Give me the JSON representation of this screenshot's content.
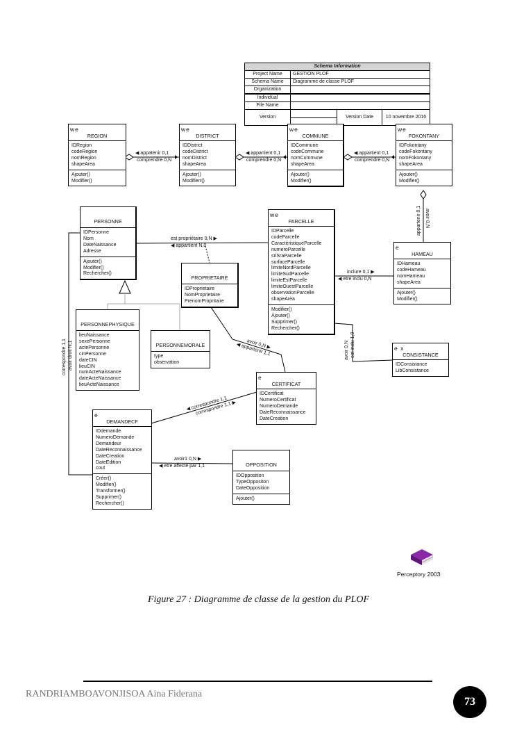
{
  "schema_info": {
    "title": "Schema Information",
    "rows": [
      {
        "label": "Project Name",
        "value": "GESTION PLOF"
      },
      {
        "label": "Schema Name",
        "value": "Diagramme de classe PLOF"
      },
      {
        "label": "Organization",
        "value": ""
      },
      {
        "label": "Individual",
        "value": ""
      },
      {
        "label": "File Name",
        "value": ""
      }
    ],
    "version_label": "Version",
    "version_value": "",
    "version_date_label": "Version Date",
    "version_date_value": "10 novembre 2016"
  },
  "classes": {
    "region": {
      "stereotype": "we",
      "name": "REGION",
      "attributes": [
        "IDRegion",
        "codeRegion",
        "nomRegion",
        "shapeArea"
      ],
      "operations": [
        "Ajouter()",
        "Modifier()"
      ]
    },
    "district": {
      "stereotype": "we",
      "name": "DISTRICT",
      "attributes": [
        "IDDistrict",
        "codeDistrict",
        "nomDistrict",
        "shapeArea"
      ],
      "operations": [
        "Ajouter()",
        "Modifierr()"
      ]
    },
    "commune": {
      "stereotype": "we",
      "name": "COMMUNE",
      "attributes": [
        "IDCommune",
        "codeCommune",
        "nomCommune",
        "shapeArea"
      ],
      "operations": [
        "Ajouter()",
        "Modifier()"
      ]
    },
    "fokontany": {
      "stereotype": "we",
      "name": "FOKONTANY",
      "attributes": [
        "IDFokontany",
        "codeFokontany",
        "nomFokontany",
        "shapeArea"
      ],
      "operations": [
        "Ajouter()",
        "Modifier()"
      ]
    },
    "personne": {
      "stereotype": "",
      "name": "PERSONNE",
      "attributes": [
        "IDPersonne",
        "Nom",
        "DateNaissance",
        "Adresse"
      ],
      "operations": [
        "Ajouter()",
        "Modifier()",
        "Rechercher()"
      ]
    },
    "parcelle": {
      "stereotype": "we",
      "name": "PARCELLE",
      "attributes": [
        "IDParcelle",
        "codeParcelle",
        "CaractéristiqueParcelle",
        "numeroParcelle",
        "sriSraParcelle",
        "surfaceParcelle",
        "limiteNordParcelle",
        "limiteSudParcelle",
        "limiteEstParcelle",
        "limiteOuestParcelle",
        "observationParcelle",
        "shapeArea"
      ],
      "operations": [
        "Modifier()",
        "Ajouter()",
        "Supprimer()",
        "Rechercher()"
      ]
    },
    "hameau": {
      "stereotype": "e",
      "name": "HAMEAU",
      "attributes": [
        "IDHameau",
        "codeHameau",
        "nomHameau",
        "shapeArea"
      ],
      "operations": [
        "Ajouter()",
        "Modifier()"
      ]
    },
    "proprietaire": {
      "stereotype": "",
      "name": "PROPRIETAIRE",
      "attributes": [
        "IDProprietaire",
        "NomProprietaire",
        "PrenomPropritaire"
      ],
      "operations": []
    },
    "personnephysique": {
      "stereotype": "",
      "name": "PERSONNEPHYSIQUE",
      "attributes": [
        "lieuNaissance",
        "sexePersonne",
        "actePersonne",
        "cinPersonne",
        "dateCIN",
        "lieuCIN",
        "numActeNaissance",
        "dateActeNaissance",
        "lieuActeNaissance"
      ],
      "operations": []
    },
    "personnemorale": {
      "stereotype": "",
      "name": "PERSONNEMORALE",
      "attributes": [
        "type",
        "observation"
      ],
      "operations": []
    },
    "consistance": {
      "stereotype": "e x",
      "name": "CONSISTANCE",
      "attributes": [
        "IDConsistance",
        "LibConsistance"
      ],
      "operations": []
    },
    "certificat": {
      "stereotype": "e",
      "name": "CERTIFICAT",
      "attributes": [
        "IDCertificat",
        "NumeroCertificat",
        "NumeroDemande",
        "DateReconnaissance",
        "DateCreation"
      ],
      "operations": []
    },
    "demandecf": {
      "stereotype": "e",
      "name": "DEMANDECF",
      "attributes": [
        "IDdemande",
        "NumeroDemande",
        "Demandeur",
        "DateReconnaissance",
        "DateCreation",
        "DateEdition",
        "cout"
      ],
      "operations": [
        "Créer()",
        "Modifier()",
        "Transformer()",
        "Supprimer()",
        "Rechercher()"
      ]
    },
    "opposition": {
      "stereotype": "",
      "name": "OPPOSITION",
      "attributes": [
        "IDOpposition",
        "TypeOppositon",
        "DateOpposition"
      ],
      "operations": [
        "Ajouter()"
      ]
    }
  },
  "associations": {
    "region_district": {
      "top": "◀ appatenir 0,1",
      "bottom": "comprendre 0,N"
    },
    "district_commune": {
      "top": "◀ appartient 0,1",
      "bottom": "comprendre 0,N"
    },
    "commune_fokontany": {
      "top": "◀ appartient 0,1",
      "bottom": "comprendre 0,N"
    },
    "fokontany_hameau": {
      "left": "appartenir 0,1",
      "right": "avoir 0,N"
    },
    "personne_parcelle": {
      "top": "est propriétaire 0,N ▶",
      "bottom": "◀ appartient N,0"
    },
    "parcelle_hameau": {
      "top": "inclure 0,1 ▶",
      "bottom": "◀ etre inclu 0,N"
    },
    "parcelle_consistance": {
      "left": "avoir 0,N",
      "right": "est inclu 1,0"
    },
    "proprietaire_certificat": {
      "top": "avoir 0,N ▶",
      "bottom": "◀ appartenir 1,1"
    },
    "certificat_demandecf": {
      "top": "◀ correspondre 1,1",
      "bottom": "correspondre 1,1 ▶"
    },
    "demandecf_opposition": {
      "top": "avoir1 0,N ▶",
      "bottom": "◀ etre affecté par 1,1"
    },
    "personne_demandecf": {
      "left": "correspondre 1,1",
      "right": "avoir droit N,1"
    }
  },
  "tool_label": "Perceptory 2003",
  "caption": "Figure 27 : Diagramme de classe de la gestion du PLOF",
  "footer": {
    "author": "RANDRIAMBOAVONJISOA Aina Fiderana",
    "page_number": "73"
  }
}
